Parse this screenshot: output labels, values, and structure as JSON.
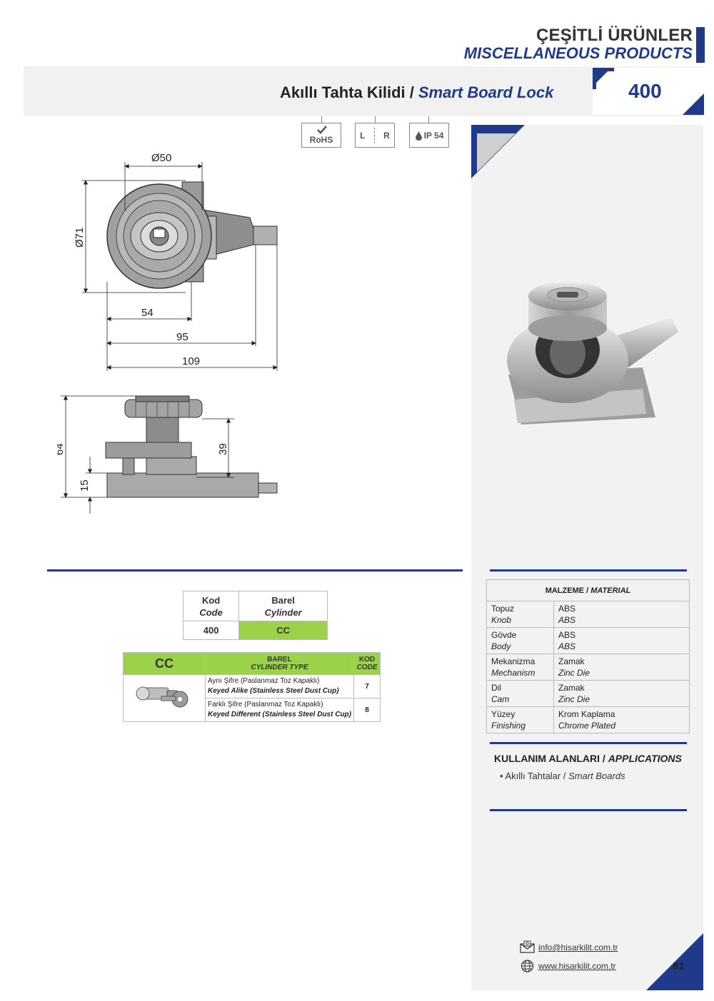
{
  "header": {
    "category_tr": "ÇEŞİTLİ ÜRÜNLER",
    "category_en": "MISCELLANEOUS PRODUCTS",
    "title_tr": "Akıllı Tahta Kilidi /",
    "title_en": "Smart Board Lock",
    "product_code": "400"
  },
  "icons": {
    "rohs": "RoHS",
    "left": "L",
    "right": "R",
    "ip": "IP 54"
  },
  "drawing": {
    "dim_diameter_50": "Ø50",
    "dim_diameter_71": "Ø71",
    "dim_54": "54",
    "dim_95": "95",
    "dim_109": "109",
    "dim_64": "64",
    "dim_39": "39",
    "dim_15": "15"
  },
  "code_table": {
    "col1_tr": "Kod",
    "col1_en": "Code",
    "col2_tr": "Barel",
    "col2_en": "Cylinder",
    "code": "400",
    "cylinder": "CC"
  },
  "cylinder_table": {
    "type": "CC",
    "header_tr": "BAREL",
    "header_en": "CYLINDER TYPE",
    "kod_tr": "KOD",
    "kod_en": "CODE",
    "options": [
      {
        "tr": "Aynı Şifre (Paslanmaz Toz Kapaklı)",
        "en": "Keyed Alike (Stainless Steel Dust Cup)",
        "code": "7"
      },
      {
        "tr": "Farklı Şifre (Paslanmaz Toz Kapaklı)",
        "en": "Keyed Different (Stainless Steel Dust Cup)",
        "code": "8"
      }
    ]
  },
  "material": {
    "header_tr": "MALZEME /",
    "header_en": "MATERIAL",
    "rows": [
      {
        "part_tr": "Topuz",
        "part_en": "Knob",
        "mat_tr": "ABS",
        "mat_en": "ABS"
      },
      {
        "part_tr": "Gövde",
        "part_en": "Body",
        "mat_tr": "ABS",
        "mat_en": "ABS"
      },
      {
        "part_tr": "Mekanizma",
        "part_en": "Mechanism",
        "mat_tr": "Zamak",
        "mat_en": "Zinc Die"
      },
      {
        "part_tr": "Dil",
        "part_en": "Cam",
        "mat_tr": "Zamak",
        "mat_en": "Zinc Die"
      },
      {
        "part_tr": "Yüzey",
        "part_en": "Finishing",
        "mat_tr": "Krom Kaplama",
        "mat_en": "Chrome Plated"
      }
    ]
  },
  "applications": {
    "title_tr": "KULLANIM ALANLARI /",
    "title_en": "APPLICATIONS",
    "item_tr": "• Akıllı Tahtalar /",
    "item_en": "Smart Boards"
  },
  "footer": {
    "email": "info@hisarkilit.com.tr",
    "website": "www.hisarkilit.com.tr",
    "page_number": "81"
  },
  "colors": {
    "navy": "#1f3a8a",
    "green": "#9bd24a",
    "panel": "#f2f2f2"
  }
}
